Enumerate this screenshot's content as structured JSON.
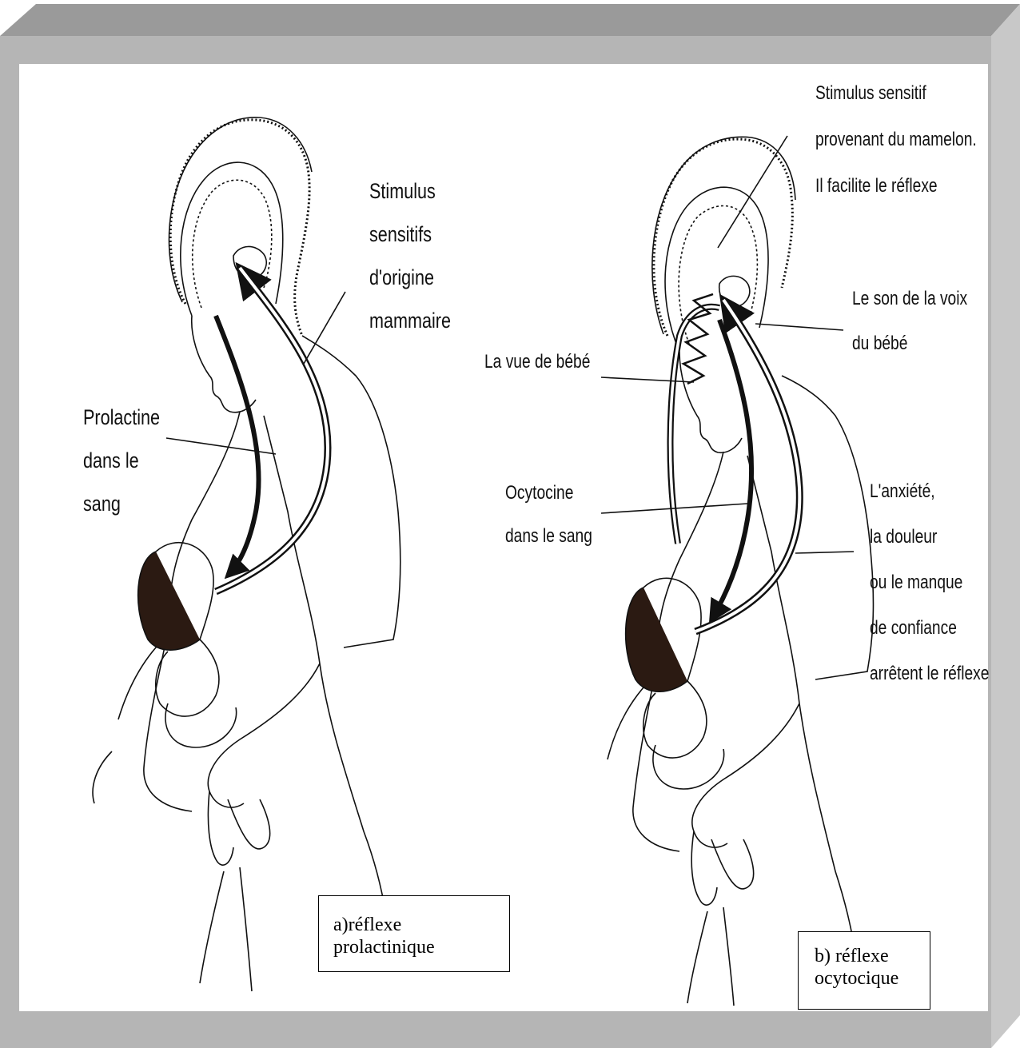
{
  "left_panel": {
    "stimulus_label": [
      "Stimulus",
      "sensitifs",
      "d'origine",
      "mammaire"
    ],
    "hormone_label": [
      "Prolactine",
      "dans le",
      "sang"
    ],
    "caption": [
      "a)réflexe",
      "prolactinique"
    ]
  },
  "right_panel": {
    "nipple_label": [
      "Stimulus sensitif",
      "provenant du mamelon.",
      "Il facilite le réflexe"
    ],
    "voice_label": [
      "Le son de la voix",
      "du bébé"
    ],
    "sight_label": [
      "La vue de bébé"
    ],
    "hormone_label": [
      "Ocytocine",
      "dans le sang"
    ],
    "inhibition_label": [
      "L'anxiété,",
      "la douleur",
      "ou le manque",
      "de confiance",
      "arrêtent le réflexe"
    ],
    "caption": [
      "b) réflexe",
      "ocytocique"
    ]
  },
  "colors": {
    "frame_gray": "#b5b5b5",
    "frame_top": "#9a9a9a",
    "frame_side": "#c8c8c8",
    "ink": "#111111"
  }
}
